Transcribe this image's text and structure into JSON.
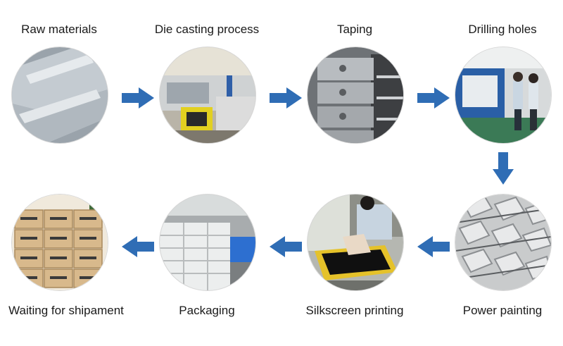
{
  "steps": [
    {
      "label": "Raw materials",
      "photo": "aluminum-bars-photo"
    },
    {
      "label": "Die casting process",
      "photo": "factory-machines-photo"
    },
    {
      "label": "Taping",
      "photo": "metal-boxes-photo"
    },
    {
      "label": "Drilling holes",
      "photo": "workers-machine-photo"
    },
    {
      "label": "Power painting",
      "photo": "painting-rack-photo"
    },
    {
      "label": "Silkscreen printing",
      "photo": "screen-printing-photo"
    },
    {
      "label": "Packaging",
      "photo": "white-boxes-photo"
    },
    {
      "label": "Waiting for shipament",
      "photo": "cartons-pallet-photo"
    }
  ],
  "colors": {
    "arrow": "#2f6db5",
    "text": "#1a1a1a"
  },
  "arrow_directions": [
    "right",
    "right",
    "right",
    "down",
    "left",
    "left",
    "left"
  ]
}
